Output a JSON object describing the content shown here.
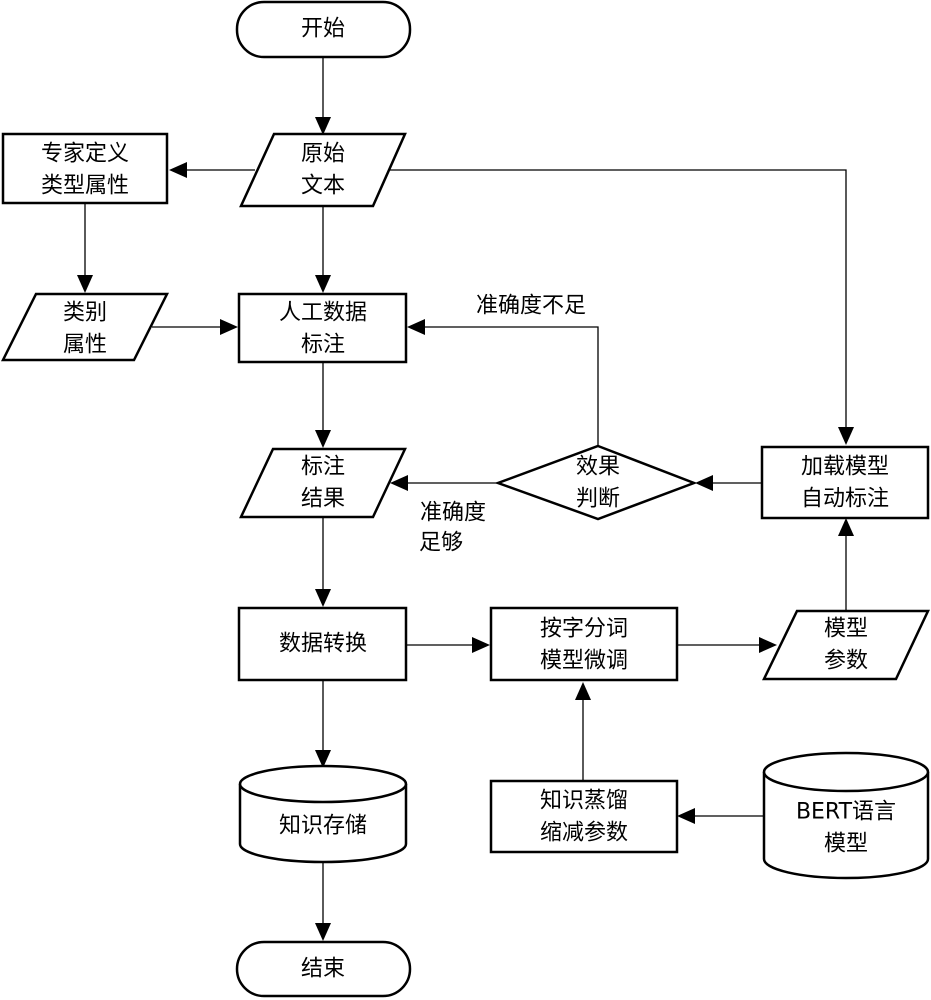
{
  "nodes": {
    "start": {
      "lines": [
        "开始"
      ]
    },
    "raw_text": {
      "lines": [
        "原始",
        "文本"
      ]
    },
    "expert_define": {
      "lines": [
        "专家定义",
        "类型属性"
      ]
    },
    "category_attr": {
      "lines": [
        "类别",
        "属性"
      ]
    },
    "manual_annotation": {
      "lines": [
        "人工数据",
        "标注"
      ]
    },
    "annotation_result": {
      "lines": [
        "标注",
        "结果"
      ]
    },
    "effect_judgment": {
      "lines": [
        "效果",
        "判断"
      ]
    },
    "auto_annotation": {
      "lines": [
        "加载模型",
        "自动标注"
      ]
    },
    "data_conversion": {
      "lines": [
        "数据转换"
      ]
    },
    "finetune": {
      "lines": [
        "按字分词",
        "模型微调"
      ]
    },
    "model_params": {
      "lines": [
        "模型",
        "参数"
      ]
    },
    "knowledge_storage": {
      "lines": [
        "知识存储"
      ]
    },
    "distillation": {
      "lines": [
        "知识蒸馏",
        "缩减参数"
      ]
    },
    "bert_model": {
      "lines": [
        "BERT语言",
        "模型"
      ]
    },
    "end": {
      "lines": [
        "结束"
      ]
    }
  },
  "edge_labels": {
    "accuracy_insufficient": "准确度不足",
    "accuracy_sufficient": [
      "准确度",
      "足够"
    ]
  }
}
